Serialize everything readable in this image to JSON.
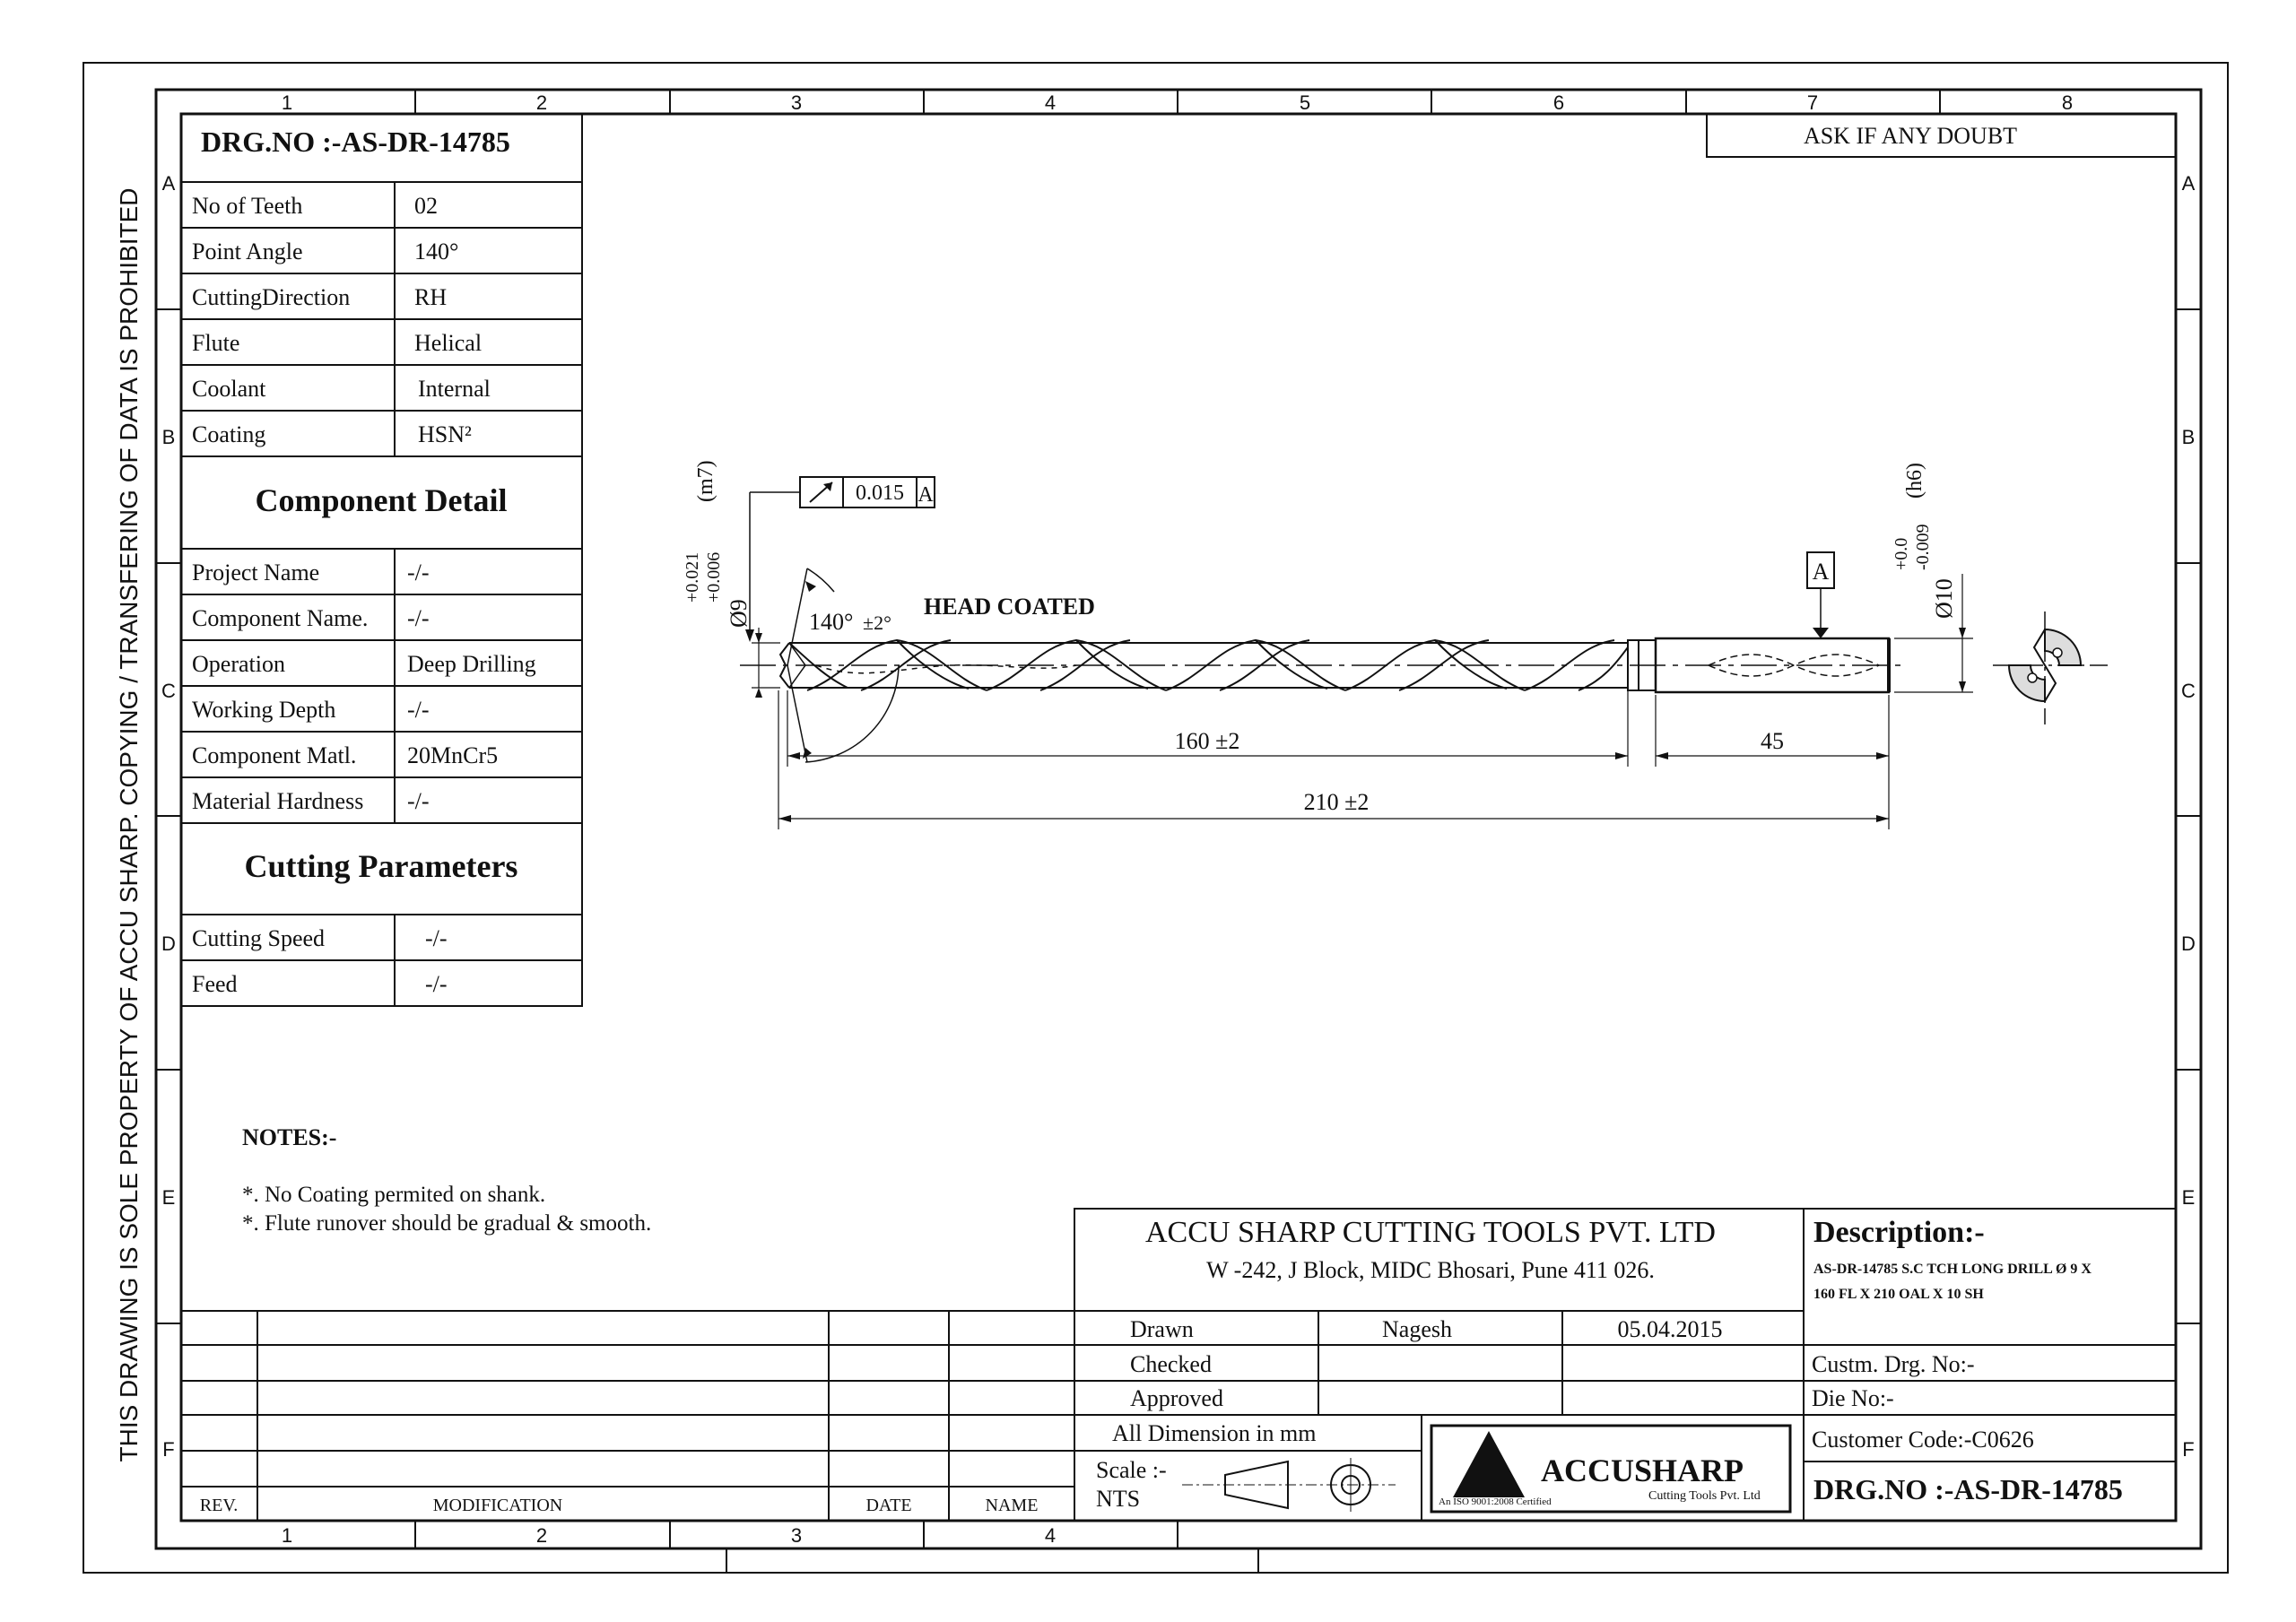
{
  "side_note": "THIS DRAWING IS SOLE PROPERTY OF ACCU SHARP. COPYING / TRANSFERING OF DATA IS PROHIBITED",
  "grid": {
    "cols": [
      "1",
      "2",
      "3",
      "4",
      "5",
      "6",
      "7",
      "8"
    ],
    "bottom_cols": [
      "1",
      "2",
      "3",
      "4"
    ],
    "rows": [
      "A",
      "B",
      "C",
      "D",
      "E",
      "F"
    ]
  },
  "ask_doubt": "ASK IF ANY DOUBT",
  "drg_no": "DRG.NO :-AS-DR-14785",
  "specs": [
    {
      "label": "No of Teeth",
      "value": "02"
    },
    {
      "label": "Point Angle",
      "value": "140°"
    },
    {
      "label": "CuttingDirection",
      "value": "RH"
    },
    {
      "label": "Flute",
      "value": "Helical"
    },
    {
      "label": "Coolant",
      "value": "Internal"
    },
    {
      "label": "Coating",
      "value": "HSN²"
    }
  ],
  "component_heading": "Component Detail",
  "component": [
    {
      "label": "Project Name",
      "value": "-/-"
    },
    {
      "label": "Component Name.",
      "value": "-/-"
    },
    {
      "label": "Operation",
      "value": "Deep Drilling"
    },
    {
      "label": "Working Depth",
      "value": "-/-"
    },
    {
      "label": "Component Matl.",
      "value": "20MnCr5"
    },
    {
      "label": "Material Hardness",
      "value": "-/-"
    }
  ],
  "cutting_heading": "Cutting Parameters",
  "cutting": [
    {
      "label": "Cutting Speed",
      "value": "-/-"
    },
    {
      "label": "Feed",
      "value": "-/-"
    }
  ],
  "drawing": {
    "runout_value": "0.015",
    "datum": "A",
    "tol_upper_left": "+0.021",
    "tol_lower_left": "+0.006",
    "fit_left": "(m7)",
    "dia_left": "Ø9",
    "tol_upper_right": "+0.0",
    "tol_lower_right": "-0.009",
    "fit_right": "(h6)",
    "dia_right": "Ø10",
    "angle": "140°",
    "angle_tol": "±2°",
    "head_coated": "HEAD COATED",
    "flute_length": "160 ±2",
    "shank_length": "45",
    "overall_length": "210 ±2"
  },
  "notes": {
    "title": "NOTES:-",
    "items": [
      "*. No Coating permited on shank.",
      "*. Flute runover should be gradual & smooth."
    ]
  },
  "company": {
    "name": "ACCU SHARP CUTTING TOOLS PVT. LTD",
    "address": "W -242, J Block,  MIDC Bhosari, Pune 411 026."
  },
  "description": {
    "title": "Description:-",
    "line1": "AS-DR-14785 S.C TCH LONG DRILL Ø 9 X",
    "line2": "160 FL X 210 OAL X 10 SH"
  },
  "signoff": {
    "drawn": "Drawn",
    "drawn_by": "Nagesh",
    "date": "05.04.2015",
    "checked": "Checked",
    "approved": "Approved"
  },
  "custm_drg": "Custm. Drg. No:-",
  "die_no": "Die No:-",
  "customer_code": "Customer Code:-C0626",
  "all_dimension": "All Dimension in mm",
  "scale_label": "Scale :-",
  "scale_value": "NTS",
  "logo": {
    "brand": "ACCUSHARP",
    "iso": "An ISO 9001:2008 Certified",
    "sub": "Cutting Tools Pvt. Ltd"
  },
  "revision_headers": {
    "rev": "REV.",
    "modification": "MODIFICATION",
    "date": "DATE",
    "name": "NAME"
  }
}
